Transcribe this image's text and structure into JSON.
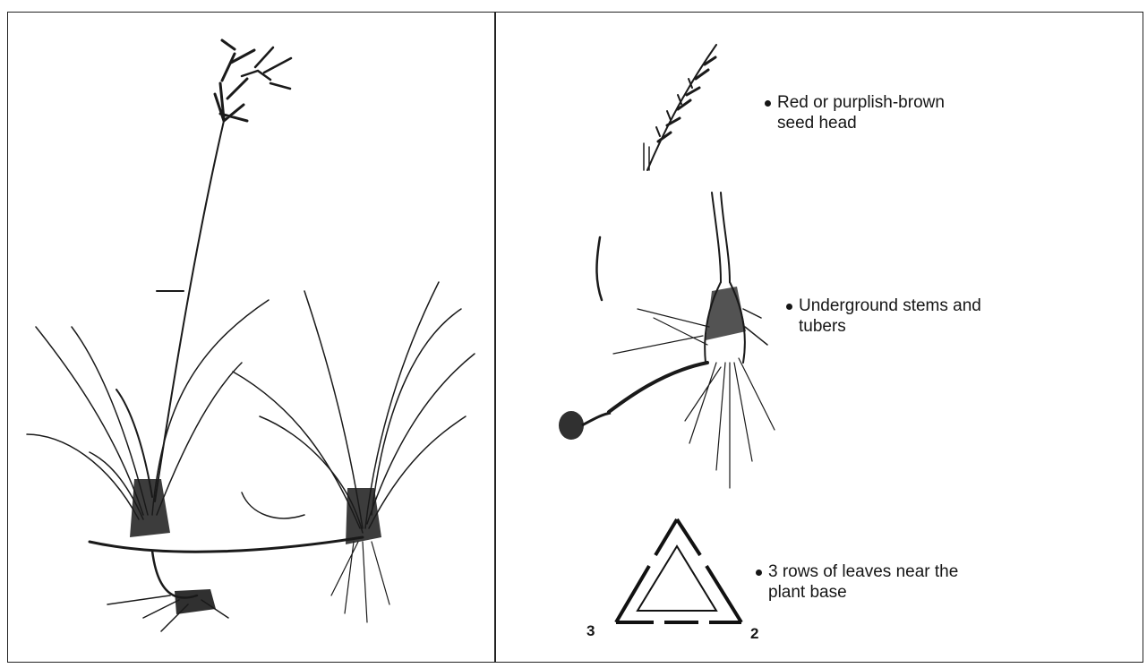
{
  "notes": {
    "seed_head": "Red or purplish-brown\nseed head",
    "underground": "Underground stems and\ntubers",
    "rows": "3 rows of leaves near the\nplant base"
  },
  "triangle_labels": {
    "left": "3",
    "right": "2"
  }
}
